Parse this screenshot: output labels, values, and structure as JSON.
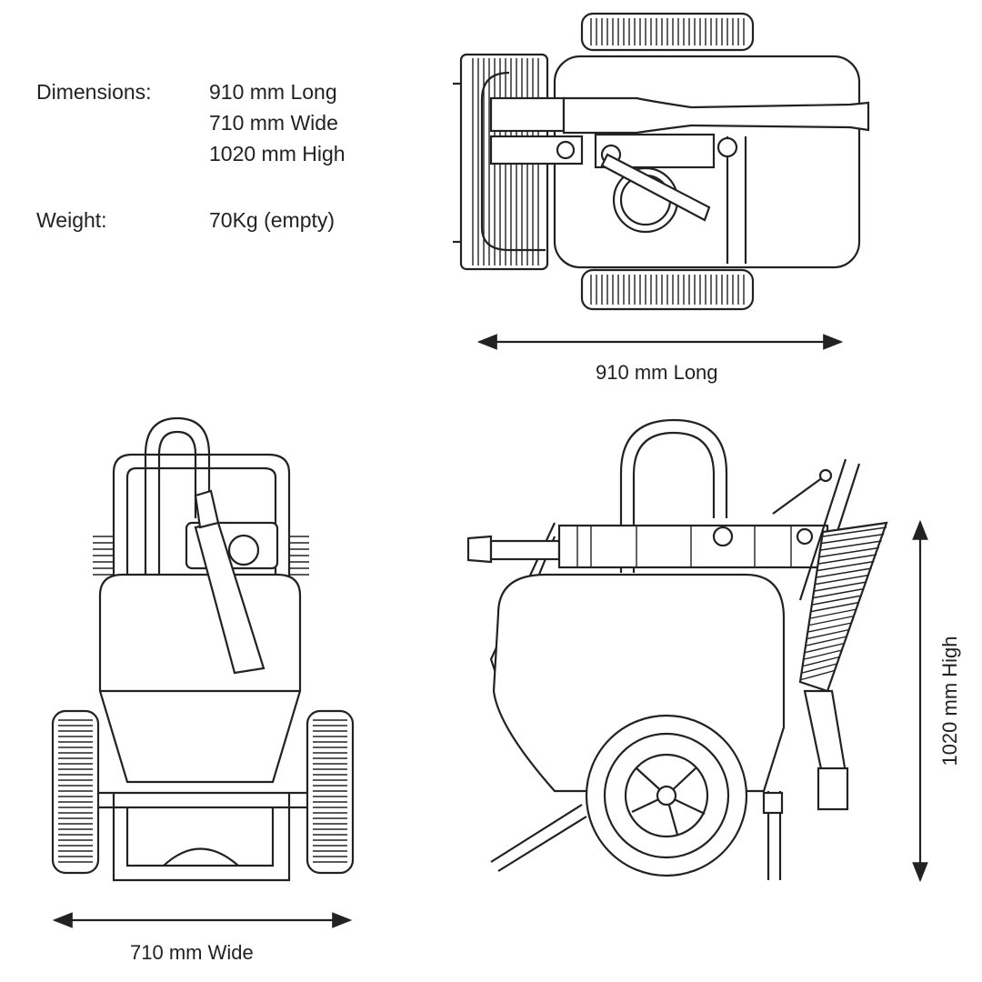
{
  "specs": {
    "dimensions_label": "Dimensions:",
    "length": "910 mm Long",
    "width": "710 mm Wide",
    "height": "1020 mm High",
    "weight_label": "Weight:",
    "weight": "70Kg (empty)"
  },
  "dimension_labels": {
    "top_view": "910 mm Long",
    "front_view": "710 mm Wide",
    "side_view": "1020 mm High"
  }
}
